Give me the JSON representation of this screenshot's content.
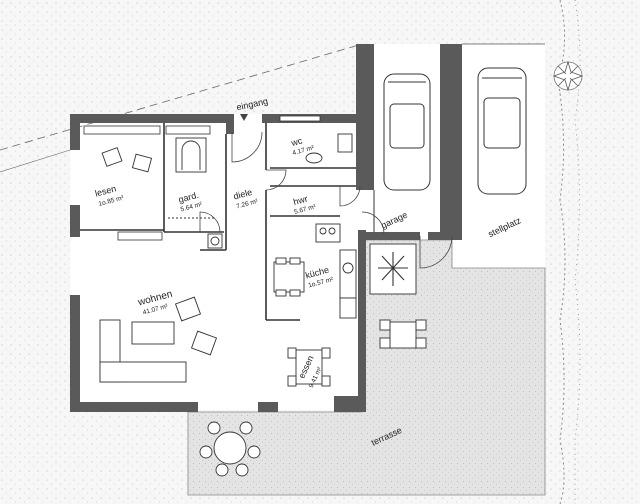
{
  "labels": {
    "entrance": "eingang",
    "lesen": "lesen",
    "lesen_area": "1o.85 m²",
    "garderobe": "gard.",
    "garderobe_area": "5.64 m²",
    "diele": "diele",
    "diele_area": "7.26 m²",
    "wc": "wc",
    "wc_area": "4.17 m²",
    "hwr": "hwr",
    "hwr_area": "5.67 m²",
    "kueche": "küche",
    "kueche_area": "1o.57 m²",
    "wohnen": "wohnen",
    "wohnen_area": "41.07 m²",
    "essen": "essen",
    "essen_area": "9.41 m²",
    "garage": "garage",
    "stellplatz": "stellplatz",
    "terrasse": "terrasse"
  },
  "colors": {
    "wall": "#5a5a5a",
    "line": "#333333",
    "terrace": "#e6e6e6",
    "lawn": "#f6f6f6"
  }
}
